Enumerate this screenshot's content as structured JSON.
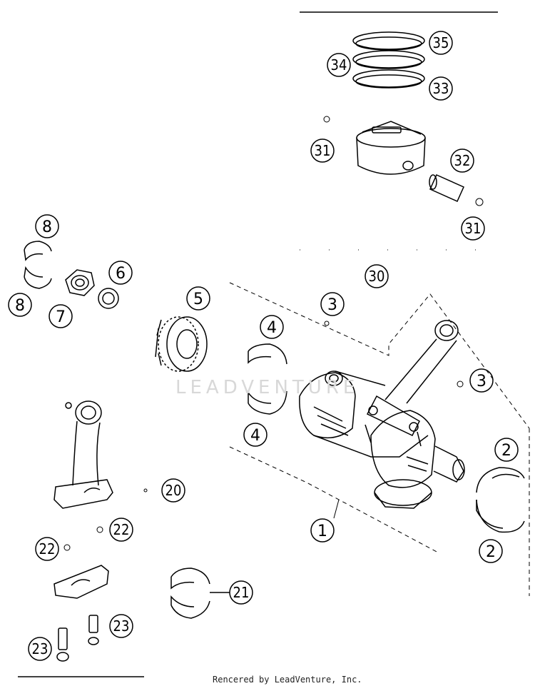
{
  "watermark": "LEADVENTURE",
  "credit": "Rencered by LeadVenture, Inc.",
  "callouts": {
    "c1": "1",
    "c2a": "2",
    "c2b": "2",
    "c3a": "3",
    "c3b": "3",
    "c4a": "4",
    "c4b": "4",
    "c5": "5",
    "c6": "6",
    "c7": "7",
    "c8a": "8",
    "c8b": "8",
    "c20": "20",
    "c21": "21",
    "c22a": "22",
    "c22b": "22",
    "c23a": "23",
    "c23b": "23",
    "c30": "30",
    "c31a": "31",
    "c31b": "31",
    "c32": "32",
    "c33": "33",
    "c34": "34",
    "c35": "35"
  }
}
